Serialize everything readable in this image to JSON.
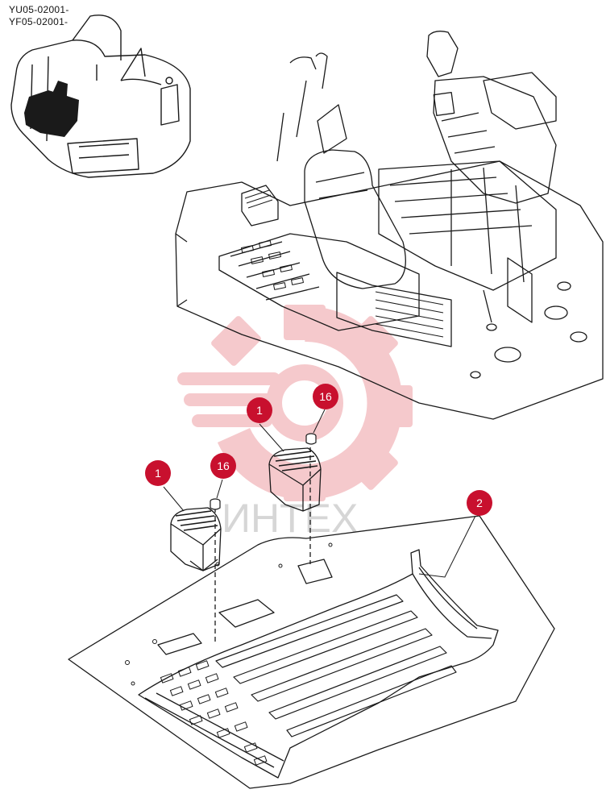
{
  "header": {
    "serials": [
      "YU05-02001-",
      "YF05-02001-"
    ]
  },
  "watermark": {
    "text": "ИНТЕХ",
    "gear_color": "#f2b8bc"
  },
  "callouts": [
    {
      "id": "callout-1a",
      "label": "1"
    },
    {
      "id": "callout-1b",
      "label": "1"
    },
    {
      "id": "callout-16a",
      "label": "16"
    },
    {
      "id": "callout-16b",
      "label": "16"
    },
    {
      "id": "callout-2",
      "label": "2"
    }
  ],
  "colors": {
    "callout_fill": "#c8102e",
    "line": "#1a1a1a"
  },
  "icons": [
    "excavator-thumbnail-icon",
    "seat-and-console-assembly-icon",
    "floor-mat-icon",
    "foot-pedal-icon",
    "bolt-icon",
    "gear-logo-icon"
  ]
}
